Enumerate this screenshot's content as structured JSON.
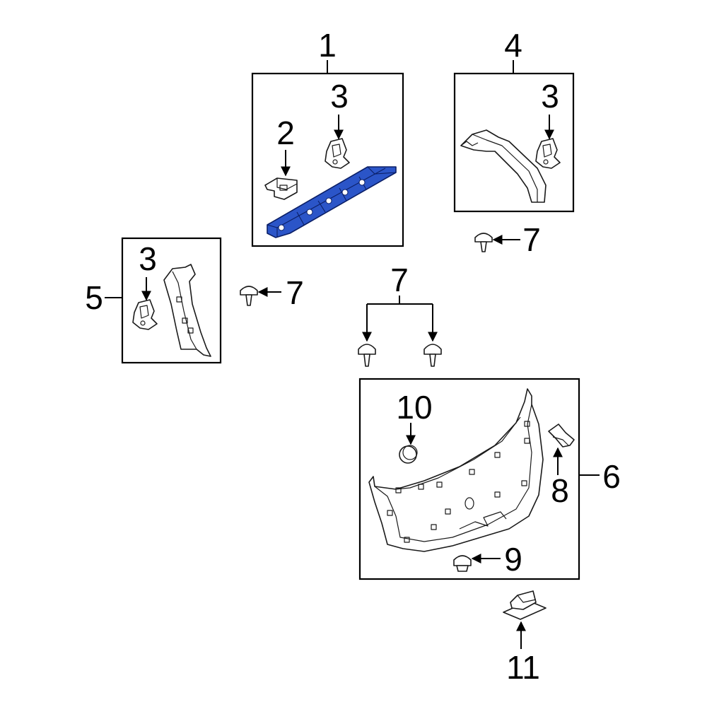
{
  "callouts": {
    "c1": "1",
    "c2": "2",
    "c3a": "3",
    "c3b": "3",
    "c3c": "3",
    "c4": "4",
    "c5": "5",
    "c6": "6",
    "c7a": "7",
    "c7b": "7",
    "c7c": "7",
    "c8": "8",
    "c9": "9",
    "c10": "10",
    "c11": "11"
  },
  "colors": {
    "highlight_part": "#2b55c8",
    "line": "#000000",
    "background": "#ffffff"
  }
}
